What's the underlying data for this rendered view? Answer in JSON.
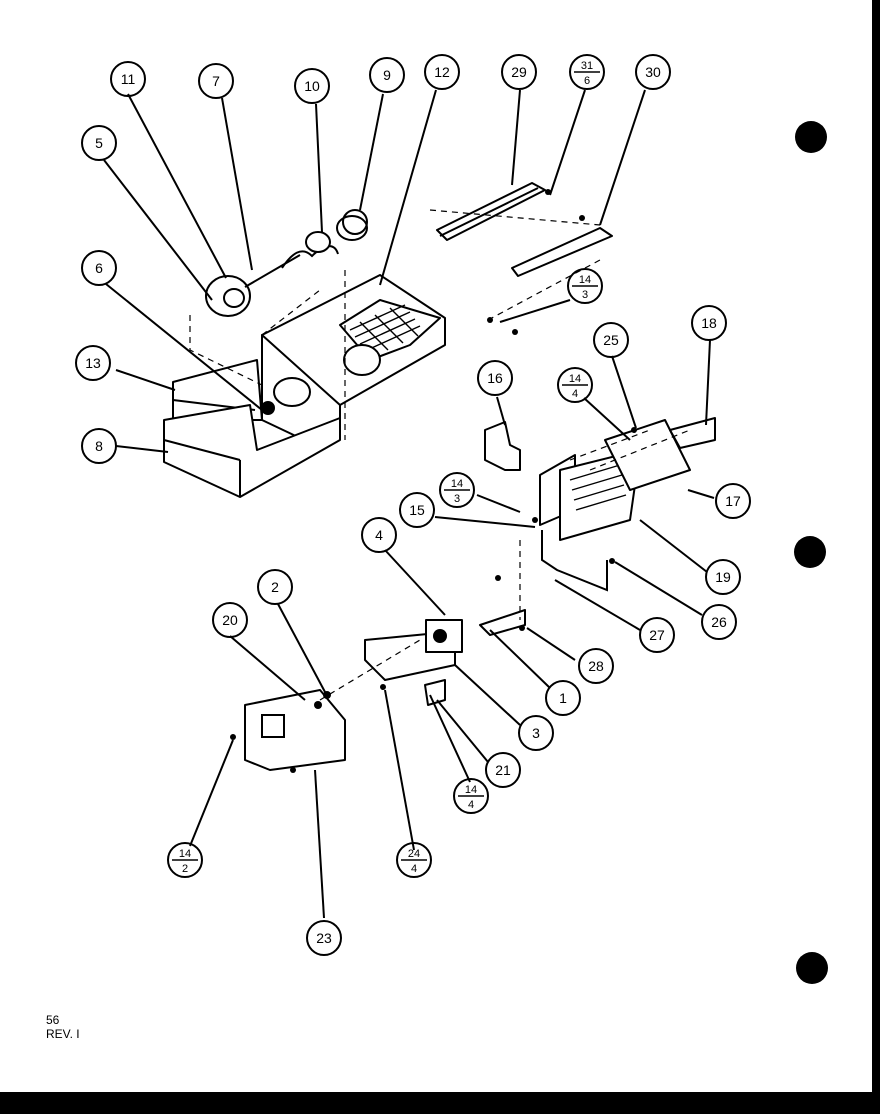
{
  "page_footer": {
    "page_number": "56",
    "revision": "REV. I"
  },
  "callouts": [
    {
      "id": "c11",
      "label": "11"
    },
    {
      "id": "c7",
      "label": "7"
    },
    {
      "id": "c10",
      "label": "10"
    },
    {
      "id": "c9",
      "label": "9"
    },
    {
      "id": "c12",
      "label": "12"
    },
    {
      "id": "c29",
      "label": "29"
    },
    {
      "id": "c30",
      "label": "30"
    },
    {
      "id": "c5",
      "label": "5"
    },
    {
      "id": "c6",
      "label": "6"
    },
    {
      "id": "c13",
      "label": "13"
    },
    {
      "id": "c8",
      "label": "8"
    },
    {
      "id": "c16",
      "label": "16"
    },
    {
      "id": "c25",
      "label": "25"
    },
    {
      "id": "c18",
      "label": "18"
    },
    {
      "id": "c17",
      "label": "17"
    },
    {
      "id": "c15",
      "label": "15"
    },
    {
      "id": "c19",
      "label": "19"
    },
    {
      "id": "c26",
      "label": "26"
    },
    {
      "id": "c4",
      "label": "4"
    },
    {
      "id": "c27",
      "label": "27"
    },
    {
      "id": "c2",
      "label": "2"
    },
    {
      "id": "c20",
      "label": "20"
    },
    {
      "id": "c28",
      "label": "28"
    },
    {
      "id": "c1",
      "label": "1"
    },
    {
      "id": "c3",
      "label": "3"
    },
    {
      "id": "c21",
      "label": "21"
    },
    {
      "id": "c23",
      "label": "23"
    }
  ],
  "fraction_callouts": [
    {
      "id": "f31_6",
      "top": "31",
      "bottom": "6"
    },
    {
      "id": "f14_3a",
      "top": "14",
      "bottom": "3"
    },
    {
      "id": "f14_4a",
      "top": "14",
      "bottom": "4"
    },
    {
      "id": "f14_3b",
      "top": "14",
      "bottom": "3"
    },
    {
      "id": "f14_4b",
      "top": "14",
      "bottom": "4"
    },
    {
      "id": "f24_4",
      "top": "24",
      "bottom": "4"
    },
    {
      "id": "f14_2",
      "top": "14",
      "bottom": "2"
    }
  ]
}
